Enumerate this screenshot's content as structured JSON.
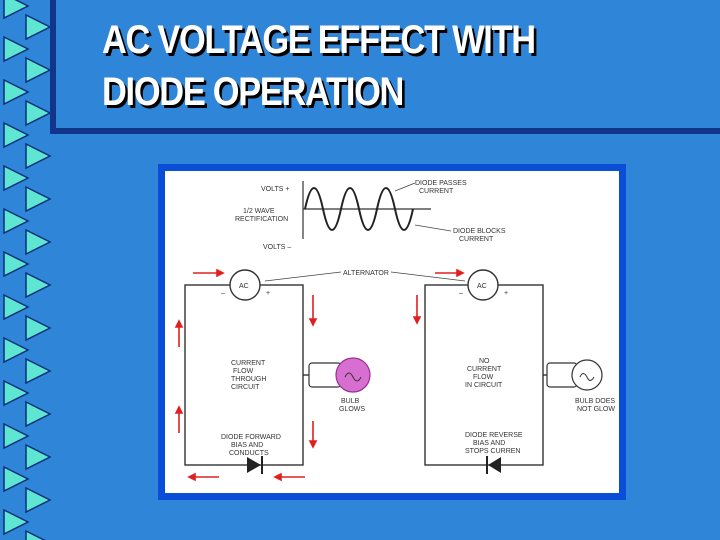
{
  "slide": {
    "title": "AC VOLTAGE EFFECT WITH DIODE OPERATION"
  },
  "diagram": {
    "waveform": {
      "volts_pos": "VOLTS +",
      "half_wave": [
        "1/2 WAVE",
        "RECTIFICATION"
      ],
      "volts_neg": "VOLTS –",
      "diode_passes": [
        "DIODE PASSES",
        "CURRENT"
      ],
      "diode_blocks": [
        "DIODE BLOCKS",
        "CURRENT"
      ]
    },
    "alternator_label": "ALTERNATOR",
    "left_circuit": {
      "source": "AC",
      "minus": "–",
      "plus": "+",
      "current_note": [
        "CURRENT",
        "FLOW",
        "THROUGH",
        "CIRCUIT"
      ],
      "bulb_note": [
        "BULB",
        "GLOWS"
      ],
      "diode_note": [
        "DIODE FORWARD",
        "BIAS AND",
        "CONDUCTS"
      ]
    },
    "right_circuit": {
      "source": "AC",
      "minus": "–",
      "plus": "+",
      "current_note": [
        "NO",
        "CURRENT",
        "FLOW",
        "IN CIRCUIT"
      ],
      "bulb_note": [
        "BULB DOES",
        "NOT GLOW"
      ],
      "diode_note": [
        "DIODE REVERSE",
        "BIAS AND",
        "STOPS CURREN"
      ]
    },
    "colors": {
      "slide_bg": "#2f86d9",
      "accent_dark": "#10358a",
      "frame": "#0a4ed8",
      "arrow": "#e02020",
      "bulb_glow": "#d76fd0"
    }
  }
}
